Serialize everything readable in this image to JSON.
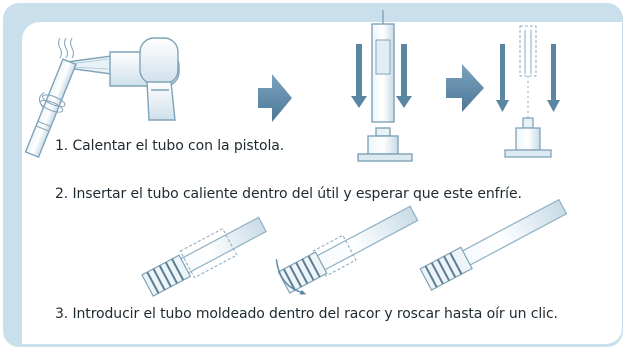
{
  "captions": {
    "step1": "1. Calentar el tubo con la pistola.",
    "step2": "2. Insertar el tubo caliente dentro del útil y esperar que este enfríe.",
    "step3": "3. Introducir el tubo moldeado dentro del racor y roscar hasta oír un clic."
  },
  "icons": [
    "heat-gun-icon",
    "tube-icon",
    "arrow-right-icon",
    "arrow-down-icon",
    "mold-tool-icon",
    "fitting-icon"
  ],
  "colors": {
    "frame": "#c9dfeb",
    "arrow": "#5a86a3",
    "line": "#7fa3b8",
    "fill": "#e8f1f6"
  }
}
